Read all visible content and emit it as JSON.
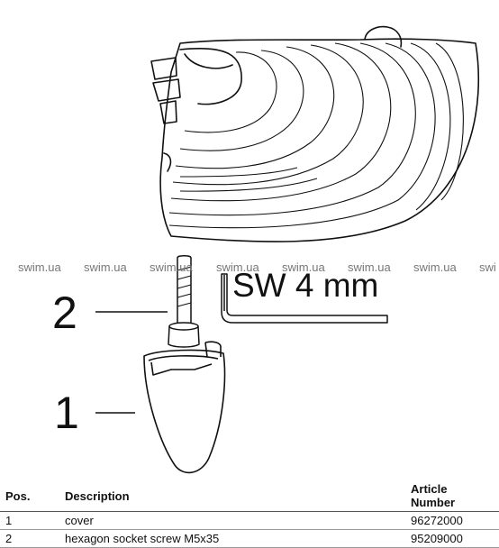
{
  "watermark": {
    "text": "swim.ua",
    "repeat_text": [
      "swim.ua",
      "swim.ua",
      "swim.ua",
      "swim.ua",
      "swim.ua",
      "swim.ua",
      "swim.ua",
      "swi"
    ]
  },
  "callouts": {
    "screw_number": "2",
    "cover_number": "1"
  },
  "tool_label": "SW 4 mm",
  "parts_table": {
    "headers": {
      "pos": "Pos.",
      "description": "Description",
      "article": "Article Number"
    },
    "rows": [
      {
        "pos": "1",
        "description": "cover",
        "article": "96272000"
      },
      {
        "pos": "2",
        "description": "hexagon socket screw M5x35",
        "article": "95209000"
      }
    ]
  }
}
